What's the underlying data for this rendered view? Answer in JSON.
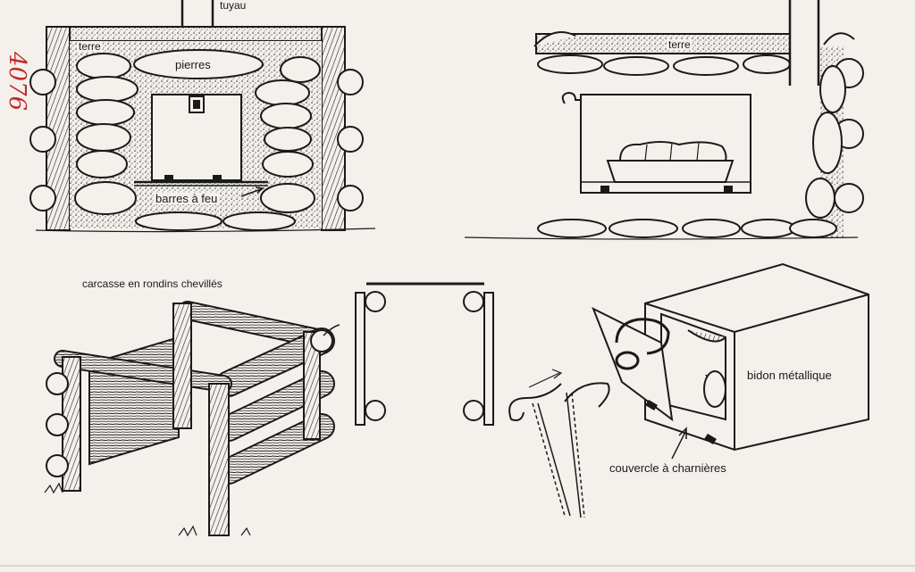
{
  "annotation": {
    "handwritten": "4076"
  },
  "labels": {
    "tuyau": "tuyau",
    "terre_left": "terre",
    "pierres": "pierres",
    "barres_a_feu": "barres à feu",
    "terre_right": "terre",
    "carcasse": "carcasse en rondins chevillés",
    "bidon": "bidon métallique",
    "couvercle": "couvercle à charnières"
  },
  "colors": {
    "ink": "#1a1a1a",
    "paper": "#f4f1ec",
    "stipple": "#555555",
    "annotation": "#c22a2a"
  }
}
